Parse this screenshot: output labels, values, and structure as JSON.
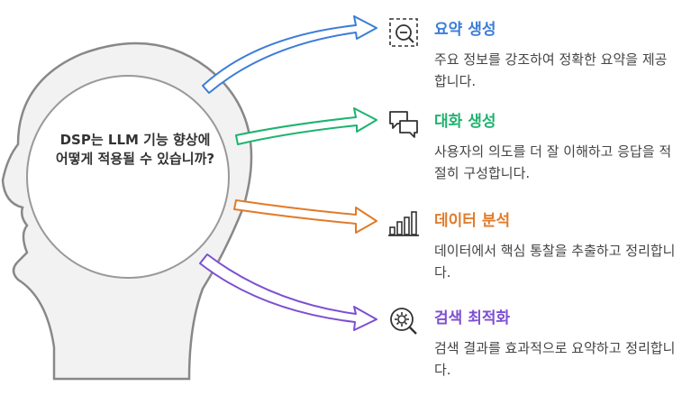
{
  "center_question": "DSP는 LLM 기능 향상에 어떻게 적용될 수 있습니까?",
  "items": [
    {
      "title": "요약 생성",
      "description": "주요 정보를 강조하여 정확한 요약을 제공합니다.",
      "icon": "search-document-icon",
      "color": "#3b7dd8"
    },
    {
      "title": "대화 생성",
      "description": "사용자의 의도를 더 잘 이해하고 응답을 적절히 구성합니다.",
      "icon": "chat-bubbles-icon",
      "color": "#1db36f"
    },
    {
      "title": "데이터 분석",
      "description": "데이터에서 핵심 통찰을 추출하고 정리합니다.",
      "icon": "bar-chart-icon",
      "color": "#e07b2a"
    },
    {
      "title": "검색 최적화",
      "description": "검색 결과를 효과적으로 요약하고 정리합니다.",
      "icon": "gear-search-icon",
      "color": "#7d4fd1"
    }
  ]
}
